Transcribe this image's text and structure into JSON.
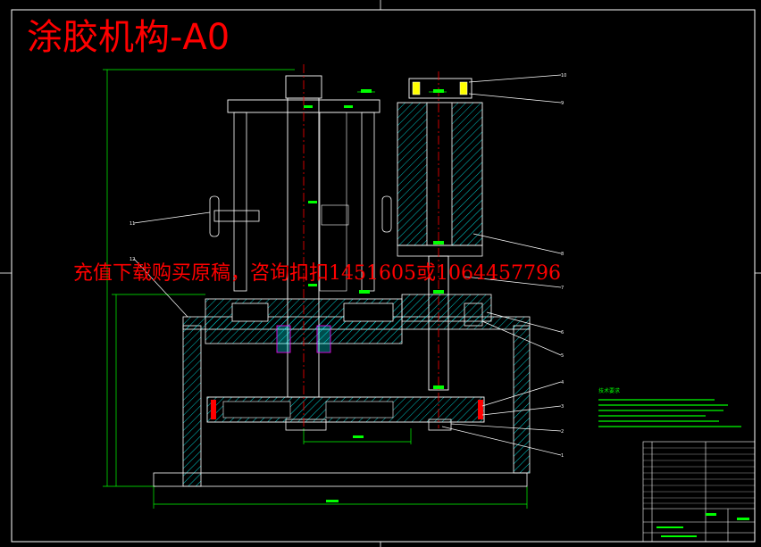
{
  "drawing": {
    "title": "涂胶机构-A0",
    "watermark": "充值下载购买原稿，咨询扣扣1451605或1064457796",
    "notes_heading": "技术要求",
    "balloons": [
      "10",
      "9",
      "8",
      "7",
      "6",
      "5",
      "4",
      "3",
      "2",
      "1",
      "11",
      "12"
    ]
  },
  "colors": {
    "background": "#000000",
    "title": "#ff0000",
    "lines": "#ffffff",
    "centerline": "#ff0000",
    "hatch": "#00ffff",
    "dimension": "#00ff00",
    "leader": "#ffffff",
    "parts_yellow": "#ffff00",
    "watermark": "#ff0000"
  }
}
